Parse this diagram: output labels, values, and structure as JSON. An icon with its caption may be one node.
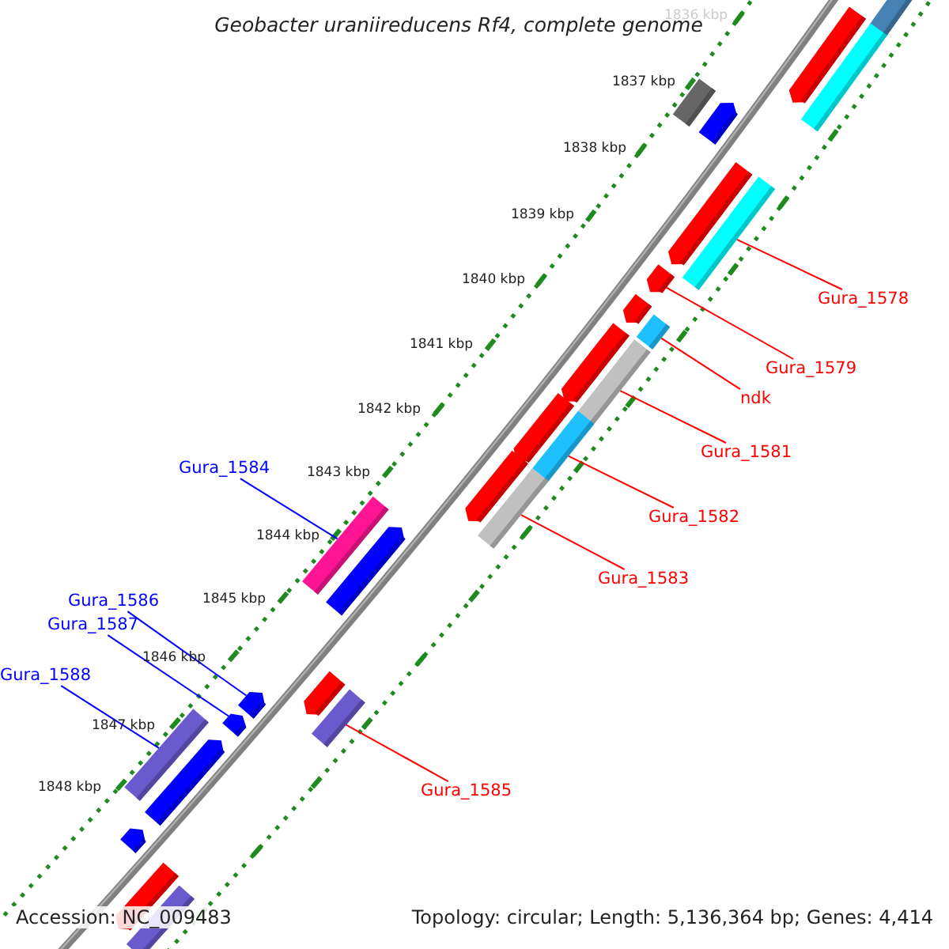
{
  "diagram": {
    "title": "Geobacter uraniireducens Rf4, complete genome",
    "nodes": [
      {
        "text": [
          "Gura_1578"
        ]
      },
      {
        "text": [
          "Gura_1579"
        ]
      },
      {
        "text": [
          "ndk"
        ]
      },
      {
        "text": [
          "Gura_1581"
        ]
      },
      {
        "text": [
          "Gura_1582"
        ]
      },
      {
        "text": [
          "Gura_1583"
        ]
      },
      {
        "text": [
          "Gura_1584"
        ]
      },
      {
        "text": [
          "Gura_1585"
        ]
      },
      {
        "text": [
          "Gura_1586"
        ]
      },
      {
        "text": [
          "Gura_1587"
        ]
      },
      {
        "text": [
          "Gura_1588"
        ]
      },
      {
        "text": [],
        "shape": "bar"
      },
      {
        "text": [],
        "shape": "bar"
      },
      {
        "text": [],
        "shape": "bar"
      },
      {
        "text": [],
        "shape": "bar"
      },
      {
        "text": [],
        "shape": "bar"
      },
      {
        "text": [],
        "shape": "bar"
      },
      {
        "text": [],
        "shape": "bar"
      },
      {
        "text": [],
        "shape": "bar"
      },
      {
        "text": [],
        "shape": "bar"
      },
      {
        "text": [],
        "shape": "bar"
      },
      {
        "text": [],
        "shape": "bar"
      },
      {
        "text": [],
        "shape": "bar"
      },
      {
        "text": [],
        "shape": "bar"
      },
      {
        "text": [],
        "shape": "bar"
      },
      {
        "text": [],
        "shape": "bar"
      },
      {
        "text": [],
        "shape": "bar"
      },
      {
        "text": [],
        "shape": "bar"
      },
      {
        "text": [],
        "shape": "bar"
      },
      {
        "text": [],
        "shape": "bar"
      },
      {
        "text": [],
        "shape": "bar"
      },
      {
        "text": [],
        "shape": "bar"
      },
      {
        "text": [],
        "shape": "bar"
      },
      {
        "text": [],
        "shape": "bar"
      },
      {
        "text": [],
        "shape": "bar"
      },
      {
        "text": [],
        "shape": "bar"
      },
      {
        "text": [],
        "shape": "bar"
      },
      {
        "text": [],
        "shape": "bar"
      }
    ],
    "edges": [
      {
        "from": 0,
        "to": 15,
        "arrow": "none"
      },
      {
        "from": 1,
        "to": 16,
        "arrow": "none"
      },
      {
        "from": 2,
        "to": 18,
        "arrow": "none"
      },
      {
        "from": 3,
        "to": 20,
        "arrow": "none"
      },
      {
        "from": 4,
        "to": 22,
        "arrow": "none"
      },
      {
        "from": 5,
        "to": 24,
        "arrow": "none"
      },
      {
        "from": 6,
        "to": 31,
        "arrow": "none",
        "color": "#0000ff"
      },
      {
        "from": 7,
        "to": 26,
        "arrow": "none"
      },
      {
        "from": 8,
        "to": 33,
        "arrow": "none",
        "color": "#0000ff"
      },
      {
        "from": 9,
        "to": 34,
        "arrow": "none",
        "color": "#0000ff"
      },
      {
        "from": 10,
        "to": 35,
        "arrow": "none",
        "color": "#0000ff"
      }
    ],
    "labels": [
      "1836 kbp",
      "1837 kbp",
      "1838 kbp",
      "1839 kbp",
      "1840 kbp",
      "1841 kbp",
      "1842 kbp",
      "1843 kbp",
      "1844 kbp",
      "1845 kbp",
      "1846 kbp",
      "1847 kbp",
      "1848 kbp",
      "Accession: NC_009483",
      "Topology: circular; Length: 5,136,364 bp; Genes: 4,414"
    ]
  }
}
